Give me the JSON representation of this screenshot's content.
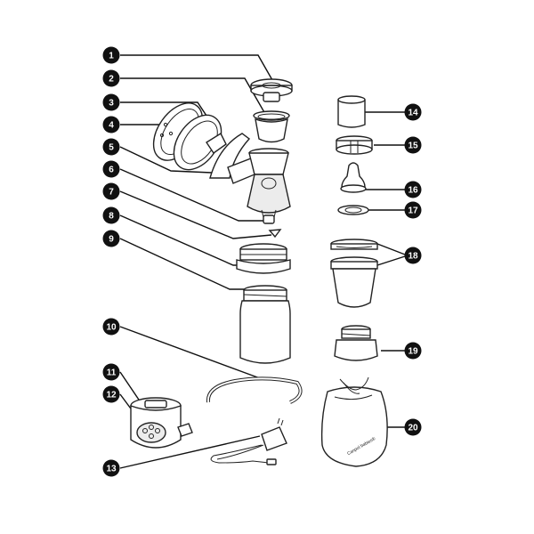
{
  "callouts": [
    "1",
    "2",
    "3",
    "4",
    "5",
    "6",
    "7",
    "8",
    "9",
    "10",
    "11",
    "12",
    "13",
    "14",
    "15",
    "16",
    "17",
    "18",
    "19",
    "20"
  ],
  "bag_brand": "Canpol babies",
  "bag_brand_mark": "®"
}
